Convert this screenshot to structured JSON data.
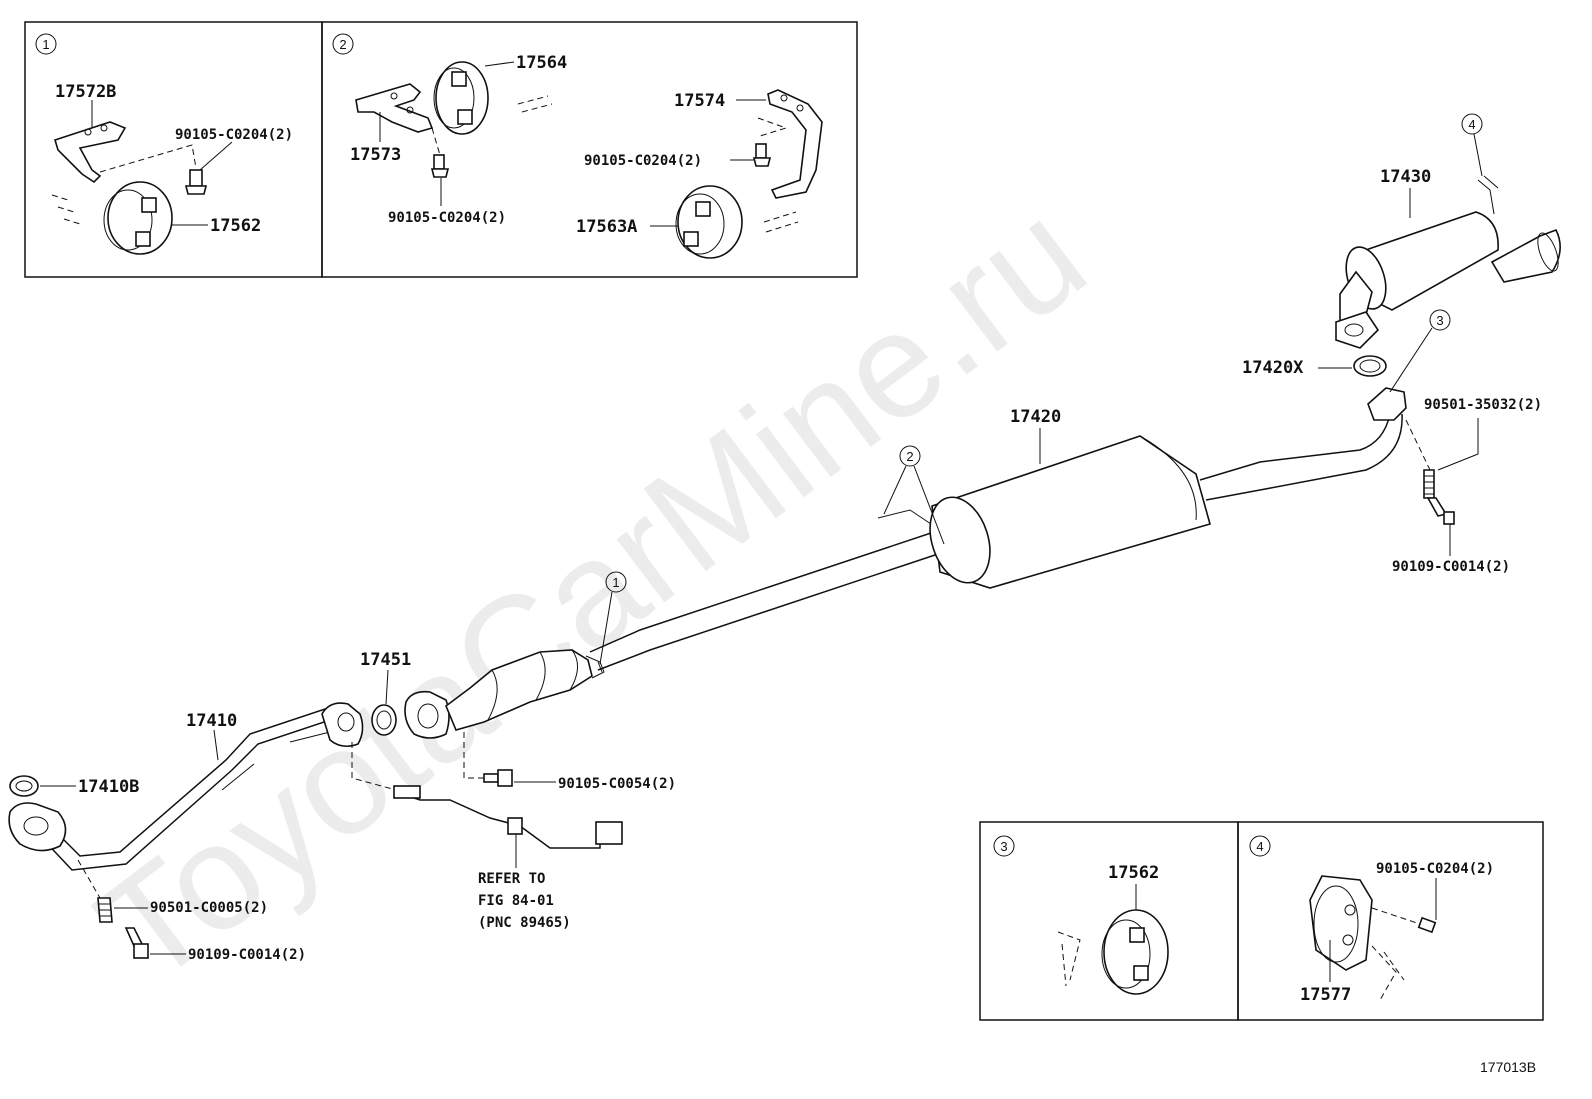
{
  "watermark": "ToyotaCarMine.ru",
  "figure_code": "177013B",
  "callouts": [
    "1",
    "2",
    "3",
    "4"
  ],
  "inset_1": {
    "number": "1",
    "parts": [
      "17572B",
      "90105-C0204(2)",
      "17562"
    ]
  },
  "inset_2": {
    "number": "2",
    "parts": [
      "17564",
      "17573",
      "90105-C0204(2)",
      "17574",
      "90105-C0204(2)",
      "17563A"
    ]
  },
  "inset_3": {
    "number": "3",
    "parts": [
      "17562"
    ]
  },
  "inset_4": {
    "number": "4",
    "parts": [
      "90105-C0204(2)",
      "17577"
    ]
  },
  "main": {
    "parts": {
      "p17430": "17430",
      "p17420X": "17420X",
      "p90501_35032": "90501-35032(2)",
      "p17420": "17420",
      "p90109_c0014_right": "90109-C0014(2)",
      "p17451": "17451",
      "p17410": "17410",
      "p17410B": "17410B",
      "p90105_c0054": "90105-C0054(2)",
      "p90501_c0005": "90501-C0005(2)",
      "p90109_c0014_left": "90109-C0014(2)"
    },
    "refer_note": [
      "REFER TO",
      "FIG 84-01",
      "(PNC 89465)"
    ]
  }
}
